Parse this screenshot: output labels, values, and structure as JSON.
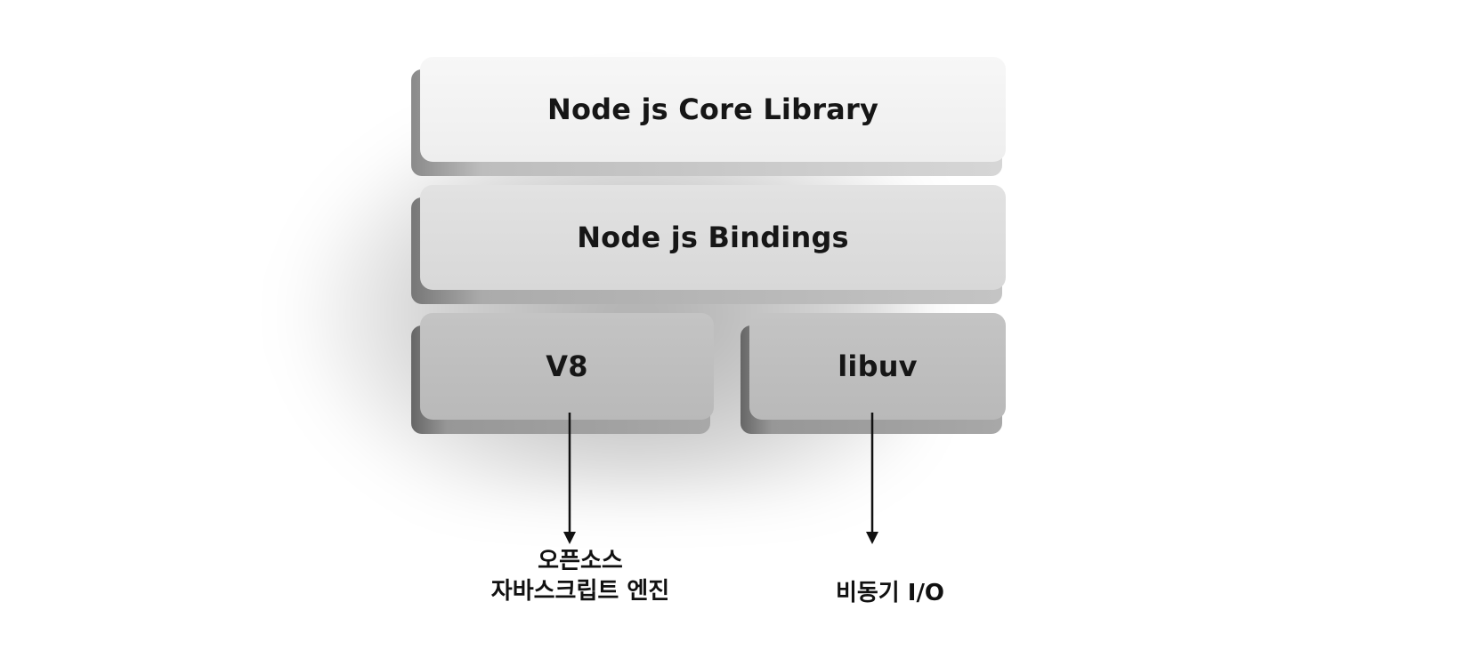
{
  "layers": {
    "core_library": "Node js Core Library",
    "bindings": "Node js Bindings",
    "v8": "V8",
    "libuv": "libuv"
  },
  "annotations": {
    "v8_line1": "오픈소스",
    "v8_line2": "자바스크립트 엔진",
    "libuv": "비동기 I/O"
  },
  "colors": {
    "core_fill": "#efefef",
    "bindings_fill": "#dcdcdc",
    "bottom_fill": "#bebebe",
    "text": "#161616"
  }
}
